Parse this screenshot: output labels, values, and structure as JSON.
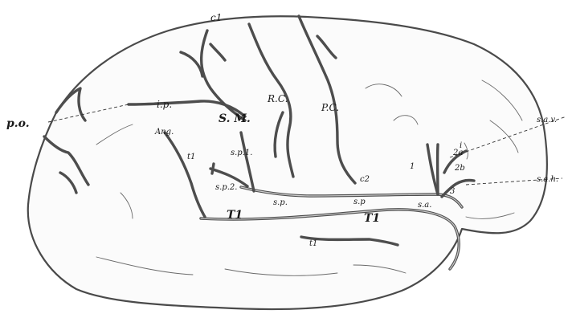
{
  "labels": {
    "c1": "c1",
    "po": "p.o.",
    "ip": "i.p.",
    "ang": "Ang.",
    "sm": "S. M.",
    "rc": "R.C.",
    "pc": "P.C.",
    "sav": "s.a.v.",
    "sah": "s.a.h.",
    "i": "i",
    "two_a": "2a",
    "two_b": "2b",
    "one": "1",
    "three": "3",
    "sp1": "s.p.1.",
    "sp2": "s.p.2.",
    "sp": "s.p.",
    "sp_right": "s.p",
    "sa": "s.a.",
    "c2": "c2",
    "t1_upper": "t1",
    "t1_lower": "t1",
    "T1_left": "T1",
    "T1_right": "T1"
  }
}
